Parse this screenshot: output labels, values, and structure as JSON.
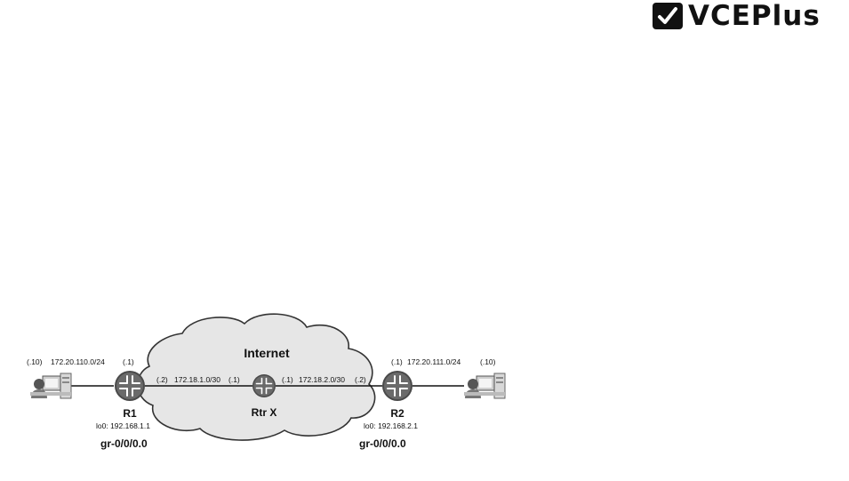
{
  "logo": {
    "text": "VCEPlus"
  },
  "cloud": {
    "label": "Internet"
  },
  "left_host": {
    "addr": "(.10)"
  },
  "left_lan": {
    "subnet": "172.20.110.0/24",
    "gw": "(.1)"
  },
  "r1": {
    "name": "R1",
    "loopback": "lo0: 192.168.1.1",
    "tunnel": "gr-0/0/0.0"
  },
  "link_r1_x": {
    "left": "(.2)",
    "subnet": "172.18.1.0/30",
    "right": "(.1)"
  },
  "rtrx": {
    "name": "Rtr X"
  },
  "link_x_r2": {
    "left": "(.1)",
    "subnet": "172.18.2.0/30",
    "right": "(.2)"
  },
  "r2": {
    "name": "R2",
    "loopback": "lo0: 192.168.2.1",
    "tunnel": "gr-0/0/0.0"
  },
  "right_lan": {
    "gw": "(.1)",
    "subnet": "172.20.111.0/24"
  },
  "right_host": {
    "addr": "(.10)"
  },
  "colors": {
    "router": "#555555",
    "cloud": "#e4e4e4",
    "ink": "#111111"
  },
  "icons": [
    "check-icon",
    "router-icon",
    "workstation-icon",
    "cloud-icon"
  ]
}
